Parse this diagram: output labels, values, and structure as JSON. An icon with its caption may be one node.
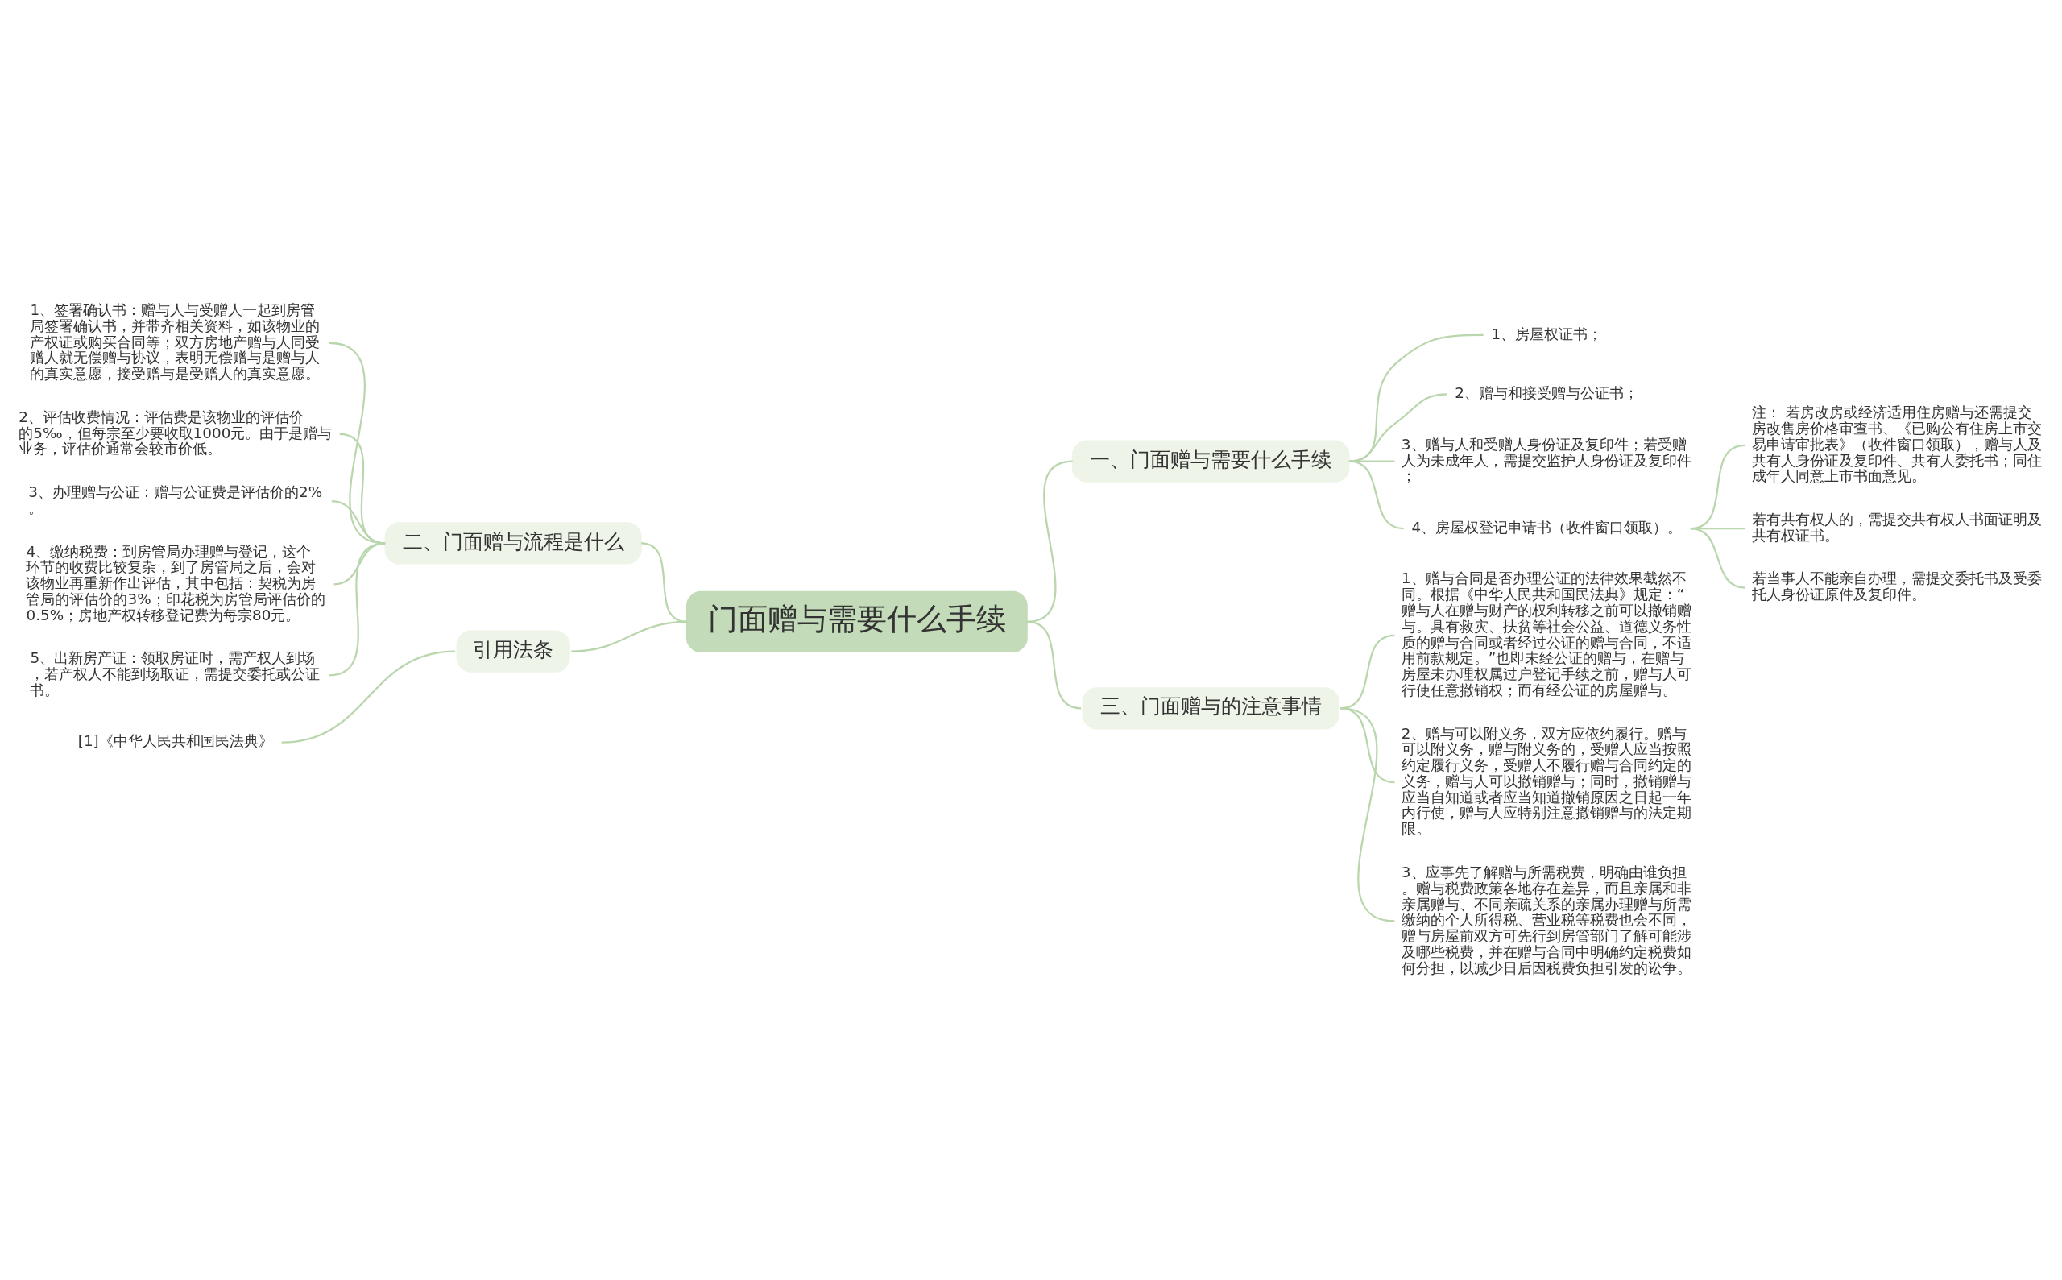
{
  "diagram": {
    "nodes": [
      {
        "text": [
          "门面赠与需要什么手续"
        ]
      },
      {
        "text": [
          "一、门面赠与需要什么手续"
        ]
      },
      {
        "text": [
          "1、房屋权证书；"
        ]
      },
      {
        "text": [
          "2、赠与和接受赠与公证书；"
        ]
      },
      {
        "text": [
          "3、赠与人和受赠人身份证及复印件；若受赠人为未成年人，需提交监护人身份证及复印件；"
        ]
      },
      {
        "text": [
          "4、房屋权登记申请书（收件窗口领取）。"
        ]
      },
      {
        "text": [
          "注： 若房改房或经济适用住房赠与还需提交房改售房价格审查书、《已购公有住房上市交易申请审批表》（收件窗口领取），赠与人及共有人身份证及复印件、共有人委托书；同住成年人同意上市书面意见。"
        ]
      },
      {
        "text": [
          "若有共有权人的，需提交共有权人书面证明及共有权证书。"
        ]
      },
      {
        "text": [
          "若当事人不能亲自办理，需提交委托书及受委托人身份证原件及复印件。"
        ]
      },
      {
        "text": [
          "二、门面赠与流程是什么"
        ]
      },
      {
        "text": [
          "1、签署确认书：赠与人与受赠人一起到房管局签署确认书，并带齐相关资料，如该物业的产权证或购买合同等；双方房地产赠与人同受赠人就无偿赠与协议，表明无偿赠与是赠与人的真实意愿，接受赠与是受赠人的真实意愿。"
        ]
      },
      {
        "text": [
          "2、评估收费情况：评估费是该物业的评估价的5‰，但每宗至少要收取1000元。由于是赠与业务，评估价通常会较市价低。"
        ]
      },
      {
        "text": [
          "3、办理赠与公证：赠与公证费是评估价的2%。"
        ]
      },
      {
        "text": [
          "4、缴纳税费：到房管局办理赠与登记，这个环节的收费比较复杂，到了房管局之后，会对该物业再重新作出评估，其中包括：契税为房管局的评估价的3%；印花税为房管局评估价的0.5%；房地产权转移登记费为每宗80元。"
        ]
      },
      {
        "text": [
          "5、出新房产证：领取房证时，需产权人到场，若产权人不能到场取证，需提交委托或公证书。"
        ]
      },
      {
        "text": [
          "三、门面赠与的注意事情"
        ]
      },
      {
        "text": [
          "1、赠与合同是否办理公证的法律效果截然不同。根据《中华人民共和国民法典》规定：“赠与人在赠与财产的权利转移之前可以撤销赠与。具有救灾、扶贫等社会公益、道德义务性质的赠与合同或者经过公证的赠与合同，不适用前款规定。”也即未经公证的赠与，在赠与房屋未办理权属过户登记手续之前，赠与人可行使任意撤销权；而有经公证的房屋赠与。"
        ]
      },
      {
        "text": [
          "2、赠与可以附义务，双方应依约履行。赠与可以附义务，赠与附义务的，受赠人应当按照约定履行义务，受赠人不履行赠与合同约定的义务，赠与人可以撤销赠与；同时，撤销赠与应当自知道或者应当知道撤销原因之日起一年内行使，赠与人应特别注意撤销赠与的法定期限。"
        ]
      },
      {
        "text": [
          "3、应事先了解赠与所需税费，明确由谁负担。赠与税费政策各地存在差异，而且亲属和非亲属赠与、不同亲疏关系的亲属办理赠与所需缴纳的个人所得税、营业税等税费也会不同，赠与房屋前双方可先行到房管部门了解可能涉及哪些税费，并在赠与合同中明确约定税费如何分担，以减少日后因税费负担引发的讼争。"
        ]
      },
      {
        "text": [
          "引用法条"
        ]
      },
      {
        "text": [
          "[1]《中华人民共和国民法典》"
        ]
      }
    ],
    "edges": [
      {
        "from": 0,
        "to": 1,
        "arrow": "none"
      },
      {
        "from": 1,
        "to": 2,
        "arrow": "none"
      },
      {
        "from": 1,
        "to": 3,
        "arrow": "none"
      },
      {
        "from": 1,
        "to": 4,
        "arrow": "none"
      },
      {
        "from": 1,
        "to": 5,
        "arrow": "none"
      },
      {
        "from": 5,
        "to": 6,
        "arrow": "none"
      },
      {
        "from": 5,
        "to": 7,
        "arrow": "none"
      },
      {
        "from": 5,
        "to": 8,
        "arrow": "none"
      },
      {
        "from": 9,
        "to": 0,
        "arrow": "none"
      },
      {
        "from": 10,
        "to": 9,
        "arrow": "none"
      },
      {
        "from": 11,
        "to": 9,
        "arrow": "none"
      },
      {
        "from": 12,
        "to": 9,
        "arrow": "none"
      },
      {
        "from": 13,
        "to": 9,
        "arrow": "none"
      },
      {
        "from": 14,
        "to": 9,
        "arrow": "none"
      },
      {
        "from": 0,
        "to": 15,
        "arrow": "none"
      },
      {
        "from": 15,
        "to": 16,
        "arrow": "none"
      },
      {
        "from": 15,
        "to": 17,
        "arrow": "none"
      },
      {
        "from": 15,
        "to": 18,
        "arrow": "none"
      },
      {
        "from": 19,
        "to": 0,
        "arrow": "none"
      },
      {
        "from": 20,
        "to": 19,
        "arrow": "none"
      }
    ]
  }
}
